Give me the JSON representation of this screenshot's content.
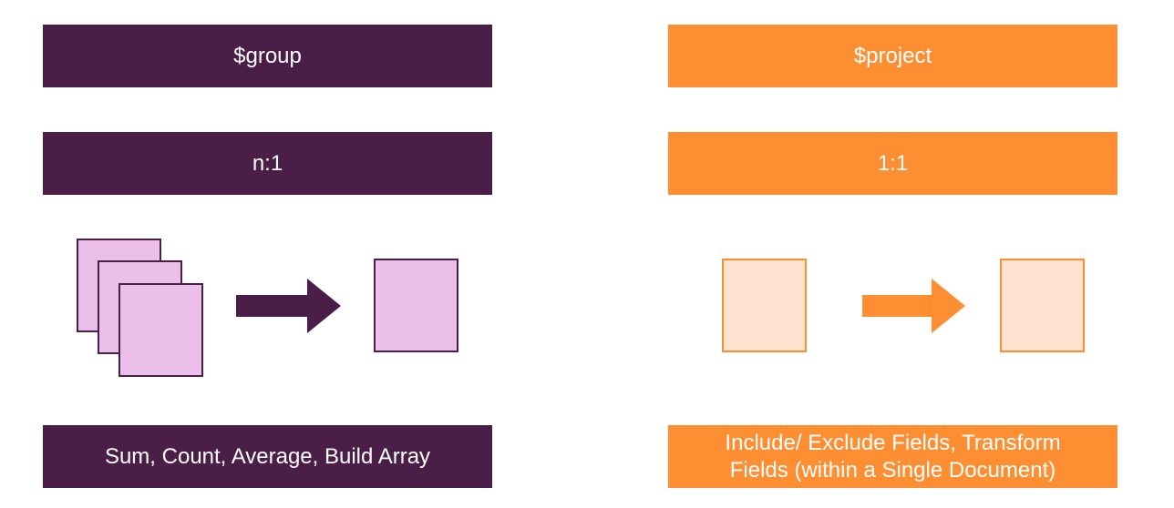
{
  "group": {
    "title": "$group",
    "ratio": "n:1",
    "operations": "Sum, Count, Average, Build Array"
  },
  "project": {
    "title": "$project",
    "ratio": "1:1",
    "operations": "Include/ Exclude Fields, Transform Fields (within a Single Document)"
  },
  "colors": {
    "group_primary": "#4a1e47",
    "group_document": "#ebbfea",
    "project_primary": "#fd8e31",
    "project_document": "#fde3cf"
  }
}
